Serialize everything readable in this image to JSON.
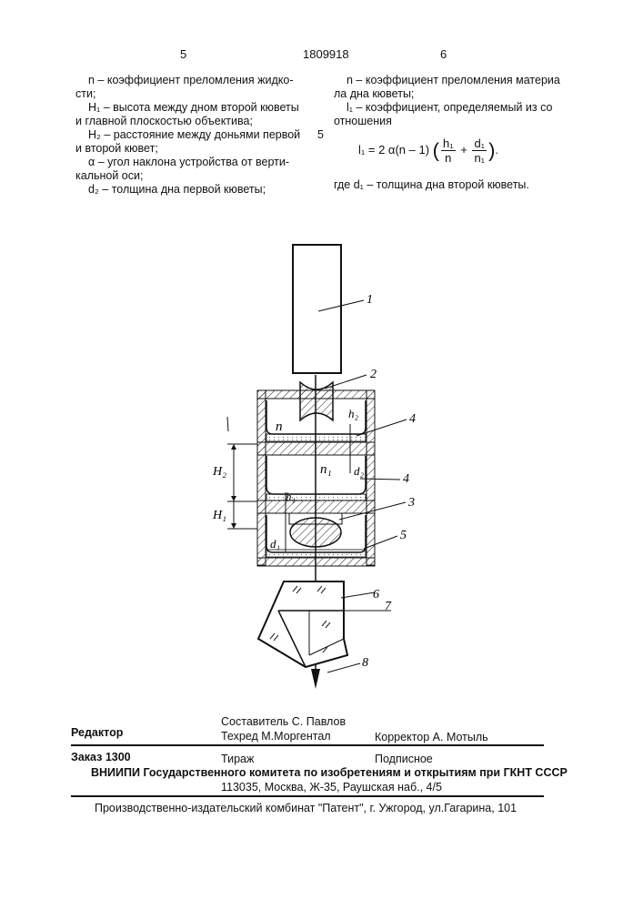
{
  "header": {
    "left_col_num": "5",
    "patent_number": "1809918",
    "right_col_num": "6"
  },
  "left_column": [
    "n – коэффициент преломления жидко-",
    "сти;",
    "H₁ – высота между дном второй кюветы",
    "и главной плоскостью объектива;",
    "H₂ – расстояние между доньями первой",
    "и второй кювет;",
    "α – угол наклона устройства от верти-",
    "кальной оси;",
    "d₂ – толщина дна первой кюветы;"
  ],
  "margin_line_number": "5",
  "right_column": [
    "n – коэффициент преломления материа",
    "ла дна кюветы;",
    "l₁ – коэффициент, определяемый из со",
    "отношения"
  ],
  "formula": {
    "lhs": "l₁ = 2 α(n – 1)",
    "frac1_num": "h₁",
    "frac1_den": "n",
    "plus": "+",
    "frac2_num": "d₁",
    "frac2_den": "n₁",
    "tail": "."
  },
  "where_line": "где d₁ – толщина дна второй кюветы.",
  "figure": {
    "part_labels": [
      "1",
      "2",
      "3",
      "4",
      "4",
      "5",
      "6",
      "7",
      "8"
    ],
    "medium_labels": [
      "n",
      "n₁"
    ],
    "dimension_labels": [
      "H₂",
      "H₁",
      "h₁",
      "h₂",
      "d₁",
      "d₂"
    ]
  },
  "footer": {
    "composer": "Составитель  С. Павлов",
    "editor": "Редактор",
    "techred": "Техред М.Моргентал",
    "corrector": "Корректор  А. Мотыль",
    "order": "Заказ  1300",
    "circulation": "Тираж",
    "subscription": "Подписное",
    "vniipi": "ВНИИПИ Государственного комитета по изобретениям и открытиям при ГКНТ СССР",
    "address": "113035, Москва, Ж-35, Раушская наб., 4/5",
    "publisher": "Производственно-издательский комбинат \"Патент\", г. Ужгород, ул.Гагарина, 101"
  }
}
